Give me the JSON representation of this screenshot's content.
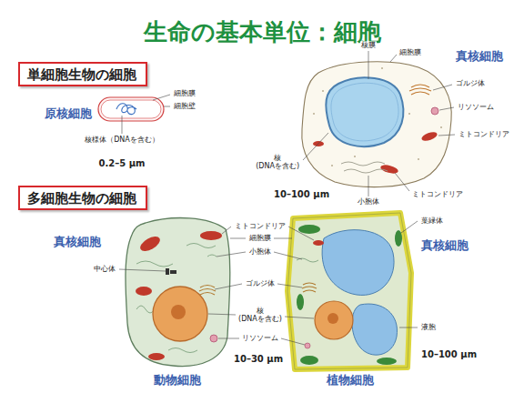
{
  "diagram": {
    "title": "生命の基本単位：細胞",
    "nodes": [
      {
        "text": [
          "単細胞生物の細胞"
        ]
      },
      {
        "text": [
          "多細胞生物の細胞"
        ]
      }
    ],
    "labels": [
      "原核細胞",
      "細胞膜",
      "細胞壁",
      "核様体（DNAを含む）",
      "0.2–5 μm",
      "核膜",
      "細胞膜",
      "ゴルジ体",
      "真核細胞",
      "リソソーム",
      "ミトコンドリア",
      "核 (DNAを含む)",
      "ミトコンドリア",
      "小胞体",
      "10–100 μm",
      "真核細胞",
      "中心体",
      "ミトコンドリア",
      "細胞膜",
      "小胞体",
      "ゴルジ体",
      "核 (DNAを含む)",
      "リソソーム",
      "10–30 μm",
      "動物細胞",
      "葉緑体",
      "真核細胞",
      "液胞",
      "10–100 μm",
      "植物細胞"
    ]
  }
}
